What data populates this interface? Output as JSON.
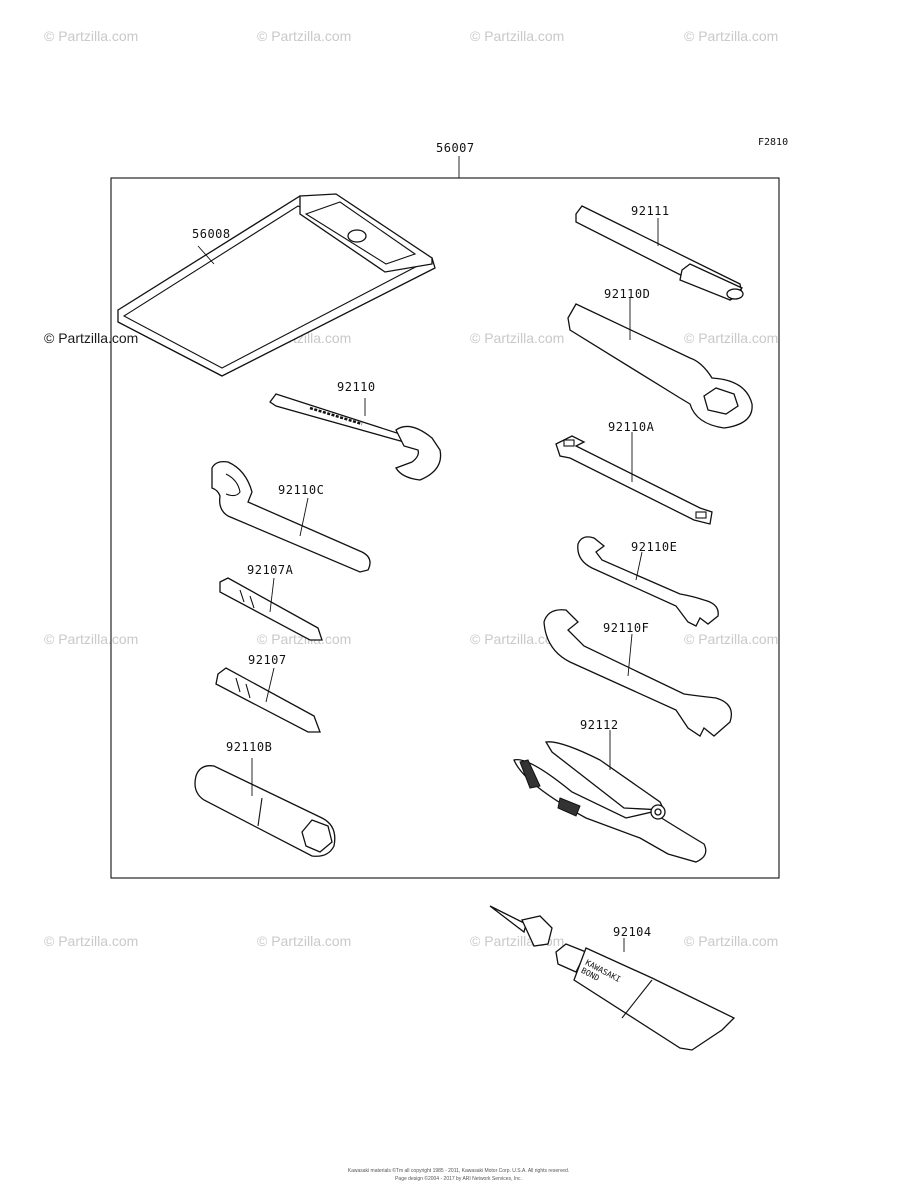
{
  "figure_id": "F2810",
  "watermark_text": "© Partzilla.com",
  "parts": {
    "p56007": "56007",
    "p56008": "56008",
    "p92111": "92111",
    "p92110D": "92110D",
    "p92110": "92110",
    "p92110A": "92110A",
    "p92110C": "92110C",
    "p92110E": "92110E",
    "p92107A": "92107A",
    "p92110F": "92110F",
    "p92107": "92107",
    "p92112": "92112",
    "p92110B": "92110B",
    "p92104": "92104"
  },
  "tube_label": [
    "KAWASAKI",
    "BOND"
  ],
  "footer": {
    "line1": "Kawasaki materials ©Tm all copyright 1985 - 2011, Kawasaki Motor Corp. U.S.A. All rights reserved.",
    "line2": "Page design ©2004 - 2017 by ARI Network Services, Inc."
  }
}
